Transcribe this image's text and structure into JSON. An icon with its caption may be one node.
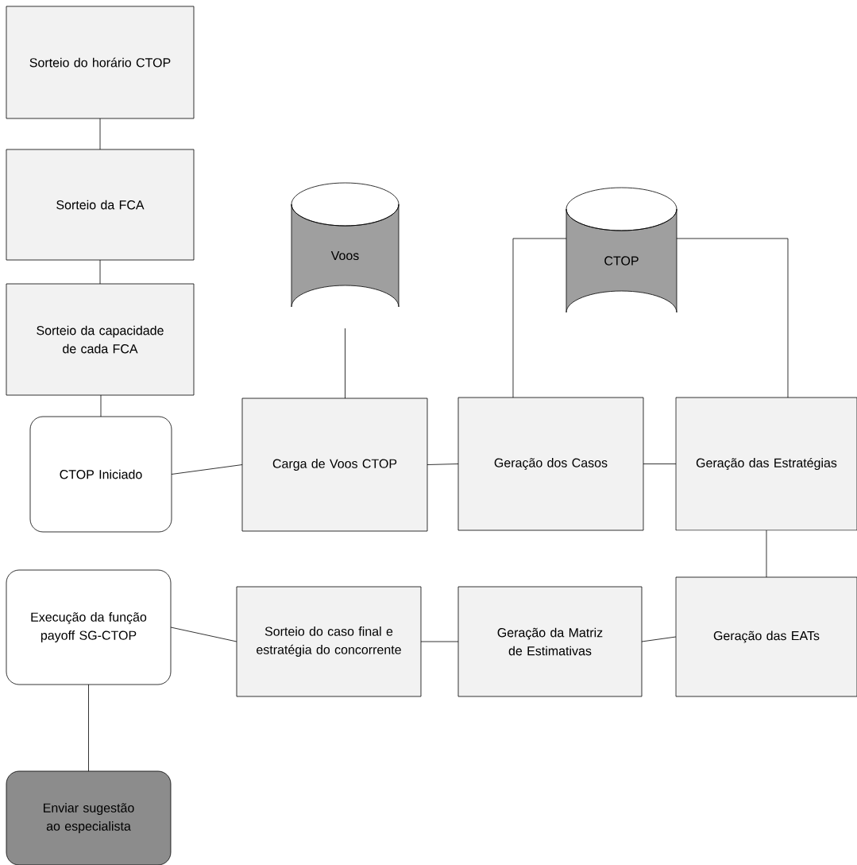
{
  "diagram": {
    "nodes": [
      {
        "text": [
          "Sorteio do horário CTOP"
        ]
      },
      {
        "text": [
          "Sorteio da FCA"
        ]
      },
      {
        "text": [
          "Sorteio da capacidade de cada FCA"
        ]
      },
      {
        "text": [
          "CTOP Iniciado"
        ]
      },
      {
        "text": [
          "Voos"
        ]
      },
      {
        "text": [
          "CTOP"
        ]
      },
      {
        "text": [
          "Carga de Voos CTOP"
        ]
      },
      {
        "text": [
          "Geração dos Casos"
        ]
      },
      {
        "text": [
          "Geração das Estratégias"
        ]
      },
      {
        "text": [
          "Execução da função payoff SG-CTOP"
        ]
      },
      {
        "text": [
          "Sorteio do caso final e estratégia do concorrente"
        ]
      },
      {
        "text": [
          "Geração da Matriz de Estimativas"
        ]
      },
      {
        "text": [
          "Geração das EATs"
        ]
      },
      {
        "text": [
          "Enviar sugestão ao especialista"
        ]
      }
    ],
    "edges": [
      {
        "from": 0,
        "to": 1,
        "arrow": "none"
      },
      {
        "from": 1,
        "to": 2,
        "arrow": "none"
      },
      {
        "from": 2,
        "to": 3,
        "arrow": "none"
      },
      {
        "from": 3,
        "to": 6,
        "arrow": "none"
      },
      {
        "from": 4,
        "to": 6,
        "arrow": "none"
      },
      {
        "from": 6,
        "to": 7,
        "arrow": "none"
      },
      {
        "from": 5,
        "to": 7,
        "arrow": "none"
      },
      {
        "from": 7,
        "to": 8,
        "arrow": "none"
      },
      {
        "from": 5,
        "to": 8,
        "arrow": "none"
      },
      {
        "from": 8,
        "to": 12,
        "arrow": "none"
      },
      {
        "from": 12,
        "to": 11,
        "arrow": "none"
      },
      {
        "from": 11,
        "to": 10,
        "arrow": "none"
      },
      {
        "from": 10,
        "to": 9,
        "arrow": "none"
      },
      {
        "from": 9,
        "to": 13,
        "arrow": "none"
      }
    ]
  }
}
